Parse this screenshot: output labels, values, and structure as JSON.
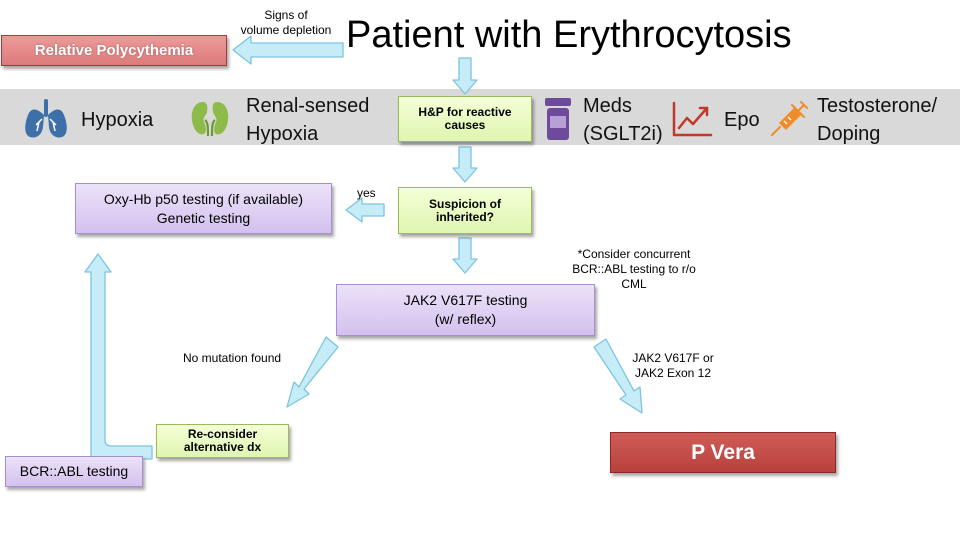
{
  "title": "Patient with Erythrocytosis",
  "volume_note": "Signs of\nvolume depletion",
  "relative_polycythemia": "Relative Polycythemia",
  "band": {
    "hypoxia": "Hypoxia",
    "renal_line1": "Renal-sensed",
    "renal_line2": "Hypoxia",
    "hp_box": "H&P for reactive causes",
    "meds_line1": "Meds",
    "meds_line2": "(SGLT2i)",
    "epo": "Epo",
    "testo_line1": "Testosterone/",
    "testo_line2": "Doping"
  },
  "suspicion_box": "Suspicion of inherited?",
  "yes_label": "yes",
  "oxyhb_box": {
    "line1": "Oxy-Hb p50 testing (if available)",
    "line2": "Genetic testing"
  },
  "consider_note": "*Consider concurrent\nBCR::ABL testing to r/o\nCML",
  "jak2_box": {
    "line1": "JAK2 V617F testing",
    "line2": "(w/ reflex)"
  },
  "no_mutation_label": "No mutation found",
  "mutation_label": "JAK2 V617F or\nJAK2 Exon 12",
  "reconsider_box": "Re-consider alternative dx",
  "bcr_abl_box": "BCR::ABL testing",
  "pvera_box": "P Vera",
  "colors": {
    "arrow_fill": "#c6ecf8",
    "arrow_stroke": "#7cc4e0",
    "band": "#d9d9d9",
    "lungs_icon": "#3d6fa8",
    "kidney_icon": "#8dba48",
    "pill_icon": "#6e4a9c",
    "chart_icon": "#c0392b",
    "syringe_icon": "#ef8c2a"
  }
}
